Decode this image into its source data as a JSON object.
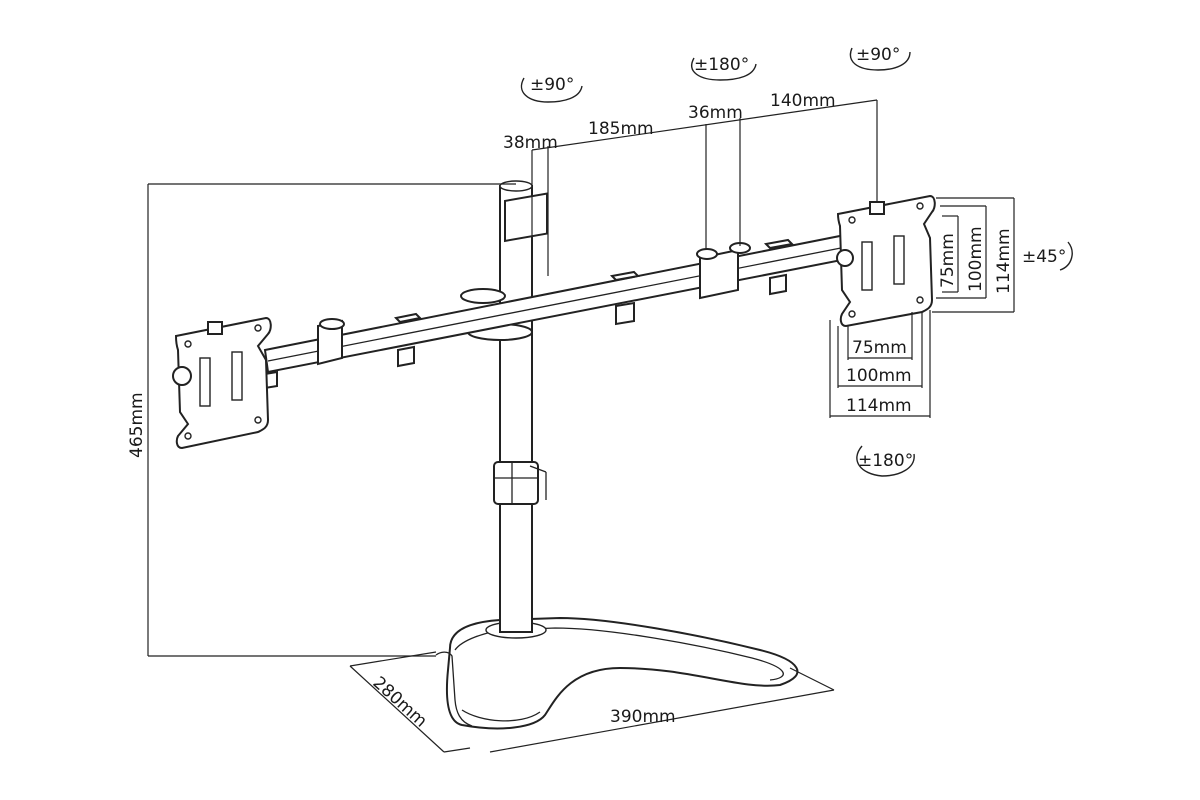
{
  "labels": {
    "rot_left_top": "±90°",
    "rot_center_top": "±180°",
    "rot_right_top": "±90°",
    "seg_38": "38mm",
    "seg_185": "185mm",
    "seg_36": "36mm",
    "seg_140": "140mm",
    "height_465": "465mm",
    "vesa_v_75": "75mm",
    "vesa_v_100": "100mm",
    "vesa_v_114": "114mm",
    "tilt_45": "±45°",
    "vesa_h_75": "75mm",
    "vesa_h_100": "100mm",
    "vesa_h_114": "114mm",
    "rot_bottom": "±180°",
    "base_depth_280": "280mm",
    "base_width_390": "390mm"
  },
  "colors": {
    "line": "#222222",
    "background": "#ffffff"
  }
}
